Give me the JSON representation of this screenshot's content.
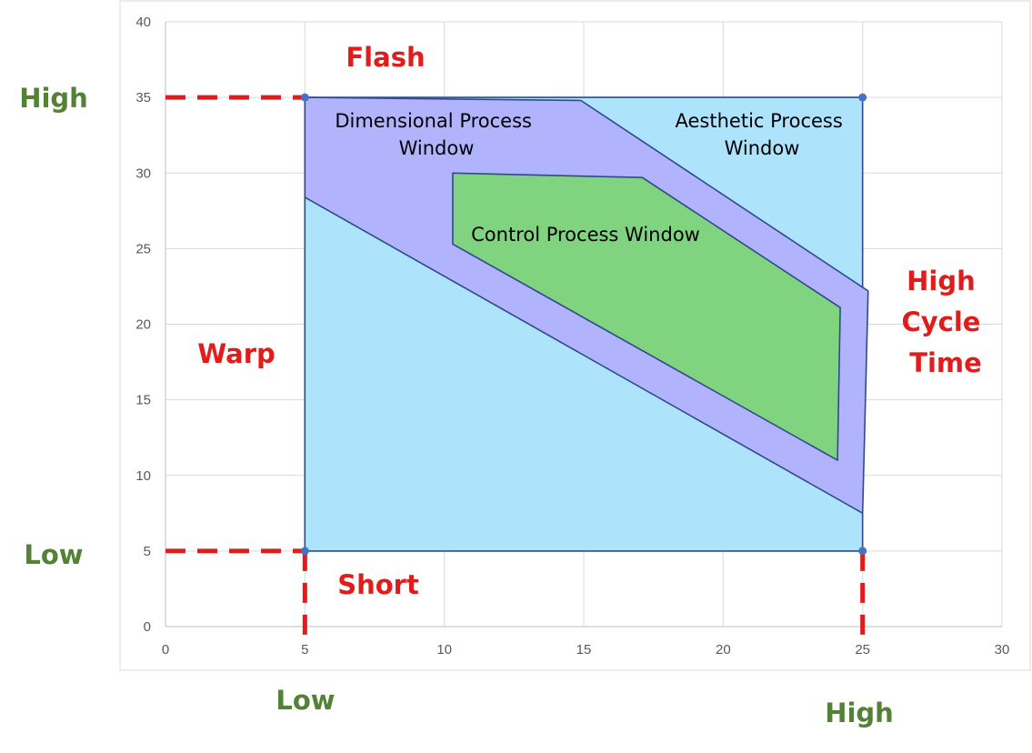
{
  "chart_data": {
    "type": "area",
    "xlim": [
      0,
      30
    ],
    "ylim": [
      0,
      40
    ],
    "x_ticks": [
      0,
      5,
      10,
      15,
      20,
      25,
      30
    ],
    "y_ticks": [
      0,
      5,
      10,
      15,
      20,
      25,
      30,
      35,
      40
    ],
    "grid": true,
    "regions": [
      {
        "name": "Aesthetic Process Window",
        "label_lines": [
          "Aesthetic Process",
          "Window"
        ],
        "color": "#aee3fc",
        "points": [
          [
            5,
            35
          ],
          [
            25,
            35
          ],
          [
            25,
            5
          ],
          [
            5,
            5
          ]
        ]
      },
      {
        "name": "Dimensional Process Window",
        "label_lines": [
          "Dimensional Process",
          "Window"
        ],
        "color": "#b1b3fc",
        "points": [
          [
            5,
            35
          ],
          [
            14.9,
            34.8
          ],
          [
            25.2,
            22.2
          ],
          [
            25,
            7.5
          ],
          [
            5,
            28.4
          ]
        ]
      },
      {
        "name": "Control Process Window",
        "label_lines": [
          "Control Process Window"
        ],
        "color": "#80d37f",
        "points": [
          [
            10.3,
            30
          ],
          [
            17.1,
            29.7
          ],
          [
            24.2,
            21.1
          ],
          [
            24.1,
            11
          ],
          [
            10.3,
            25.3
          ]
        ]
      }
    ],
    "corner_points": [
      [
        5,
        35
      ],
      [
        25,
        35
      ],
      [
        5,
        5
      ],
      [
        25,
        5
      ]
    ],
    "limit_lines": [
      [
        [
          0,
          35
        ],
        [
          5,
          35
        ]
      ],
      [
        [
          0,
          5
        ],
        [
          5,
          5
        ]
      ],
      [
        [
          5,
          5
        ],
        [
          5,
          -1
        ]
      ],
      [
        [
          25,
          5
        ],
        [
          25,
          -1
        ]
      ]
    ],
    "annotations": {
      "flash": "Flash",
      "short": "Short",
      "warp": "Warp",
      "cycle_time": [
        "High",
        "Cycle",
        "Time"
      ],
      "y_high": "High",
      "y_low": "Low",
      "x_low": "Low",
      "x_high": "High"
    },
    "colors": {
      "outline": "#2f4a8a",
      "grid": "#d9d9d9",
      "limit_line": "#e21b1b",
      "annotation_red": "#e21b1b",
      "annotation_green": "#538135",
      "point": "#4472c4"
    }
  }
}
